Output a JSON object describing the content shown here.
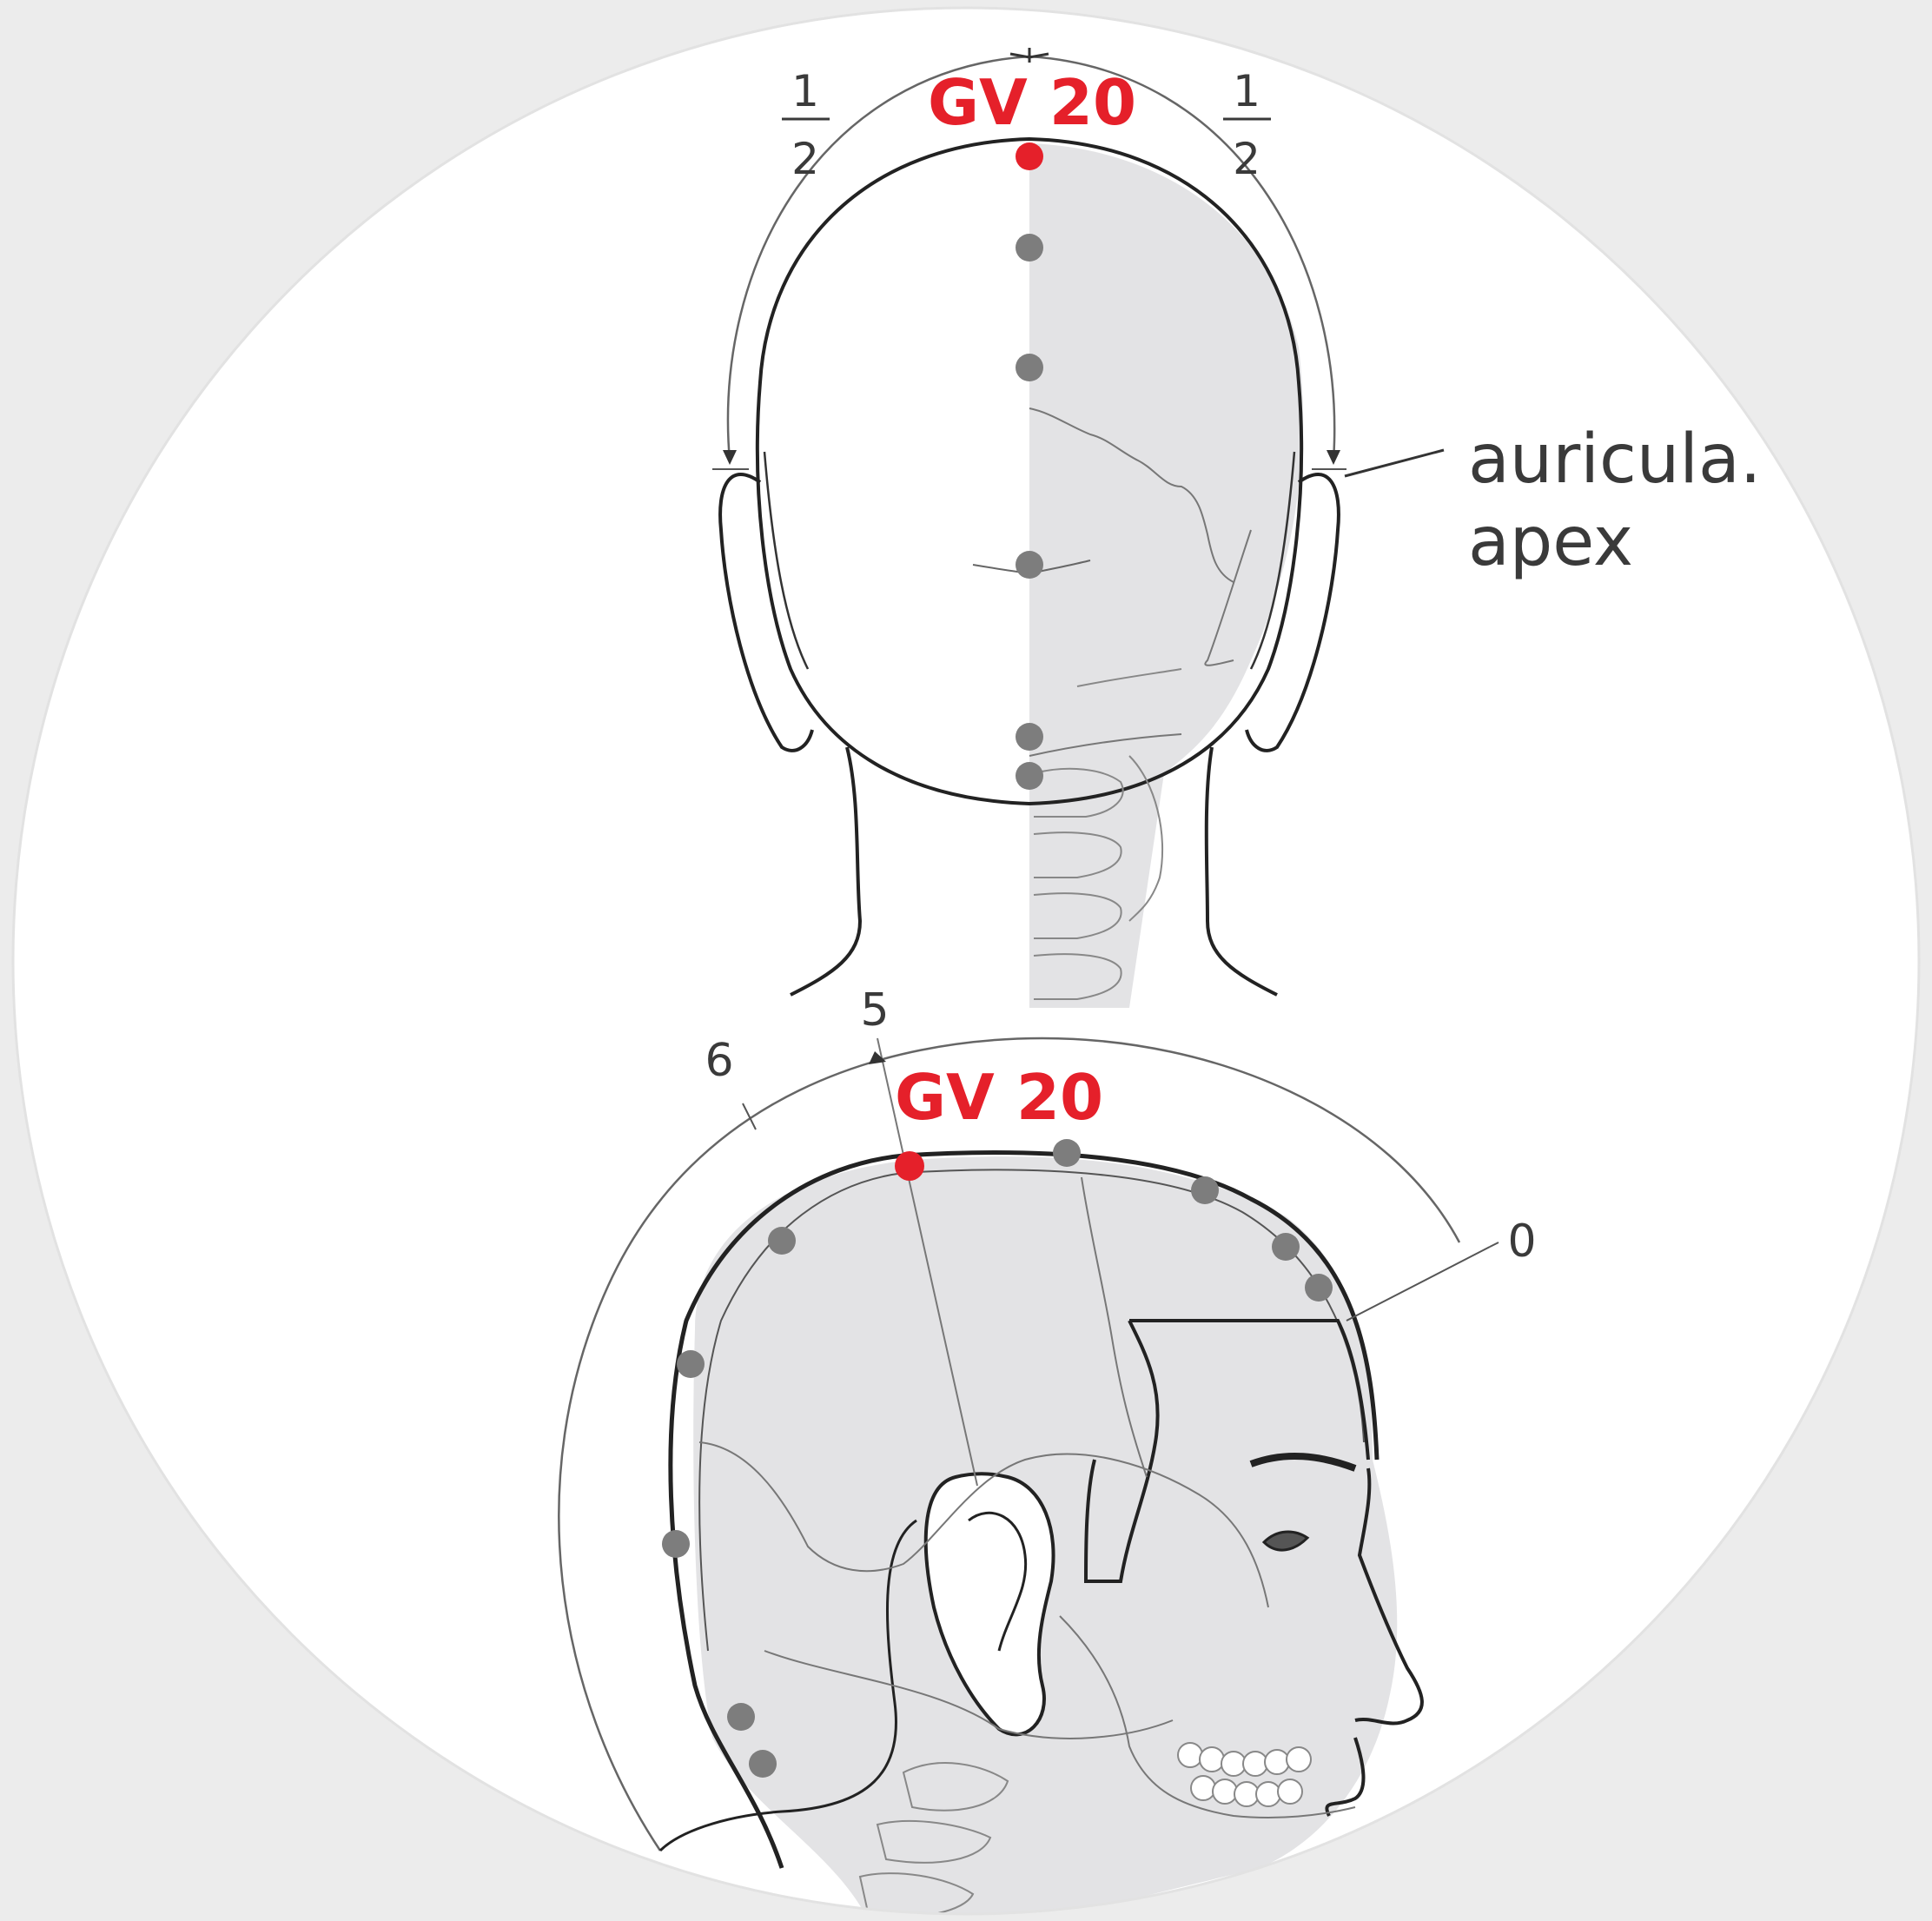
{
  "colors": {
    "background": "#ececec",
    "disc": "#ffffff",
    "bone_shade": "#e3e3e5",
    "outline": "#222222",
    "thin_line": "#555555",
    "suture": "#777777",
    "point_active": "#e5202a",
    "point_other": "#7d7d7d"
  },
  "top_view": {
    "point_label": "GV 20",
    "left_fraction": {
      "numerator": "1",
      "denominator": "2"
    },
    "right_fraction": {
      "numerator": "1",
      "denominator": "2"
    },
    "annotation_line1": "auricula.",
    "annotation_line2": "apex"
  },
  "side_view": {
    "point_label": "GV 20",
    "scale_mark_6": "6",
    "scale_mark_5": "5",
    "scale_mark_0": "0"
  }
}
